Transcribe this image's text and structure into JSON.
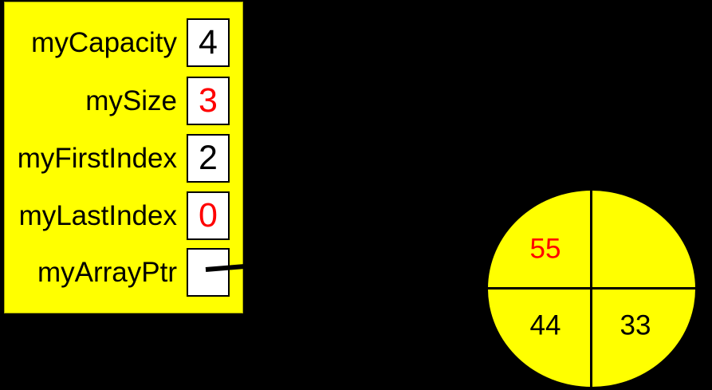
{
  "colors": {
    "background": "#000000",
    "shape_fill": "#FFFF00",
    "cell_fill": "#FFFFFF",
    "text_default": "#000000",
    "text_highlight": "#FF0000",
    "line": "#000000"
  },
  "object_panel": {
    "fields": [
      {
        "label": "myCapacity",
        "value": "4",
        "value_color": "#000000"
      },
      {
        "label": "mySize",
        "value": "3",
        "value_color": "#FF0000"
      },
      {
        "label": "myFirstIndex",
        "value": "2",
        "value_color": "#000000"
      },
      {
        "label": "myLastIndex",
        "value": "0",
        "value_color": "#FF0000"
      },
      {
        "label": "myArrayPtr",
        "value": "",
        "value_color": "#000000"
      }
    ]
  },
  "circular_array": {
    "quadrants": [
      {
        "position": "top-left",
        "value": "55",
        "color": "#FF0000"
      },
      {
        "position": "top-right",
        "value": "",
        "color": "#000000"
      },
      {
        "position": "bottom-left",
        "value": "44",
        "color": "#000000"
      },
      {
        "position": "bottom-right",
        "value": "33",
        "color": "#000000"
      }
    ]
  }
}
